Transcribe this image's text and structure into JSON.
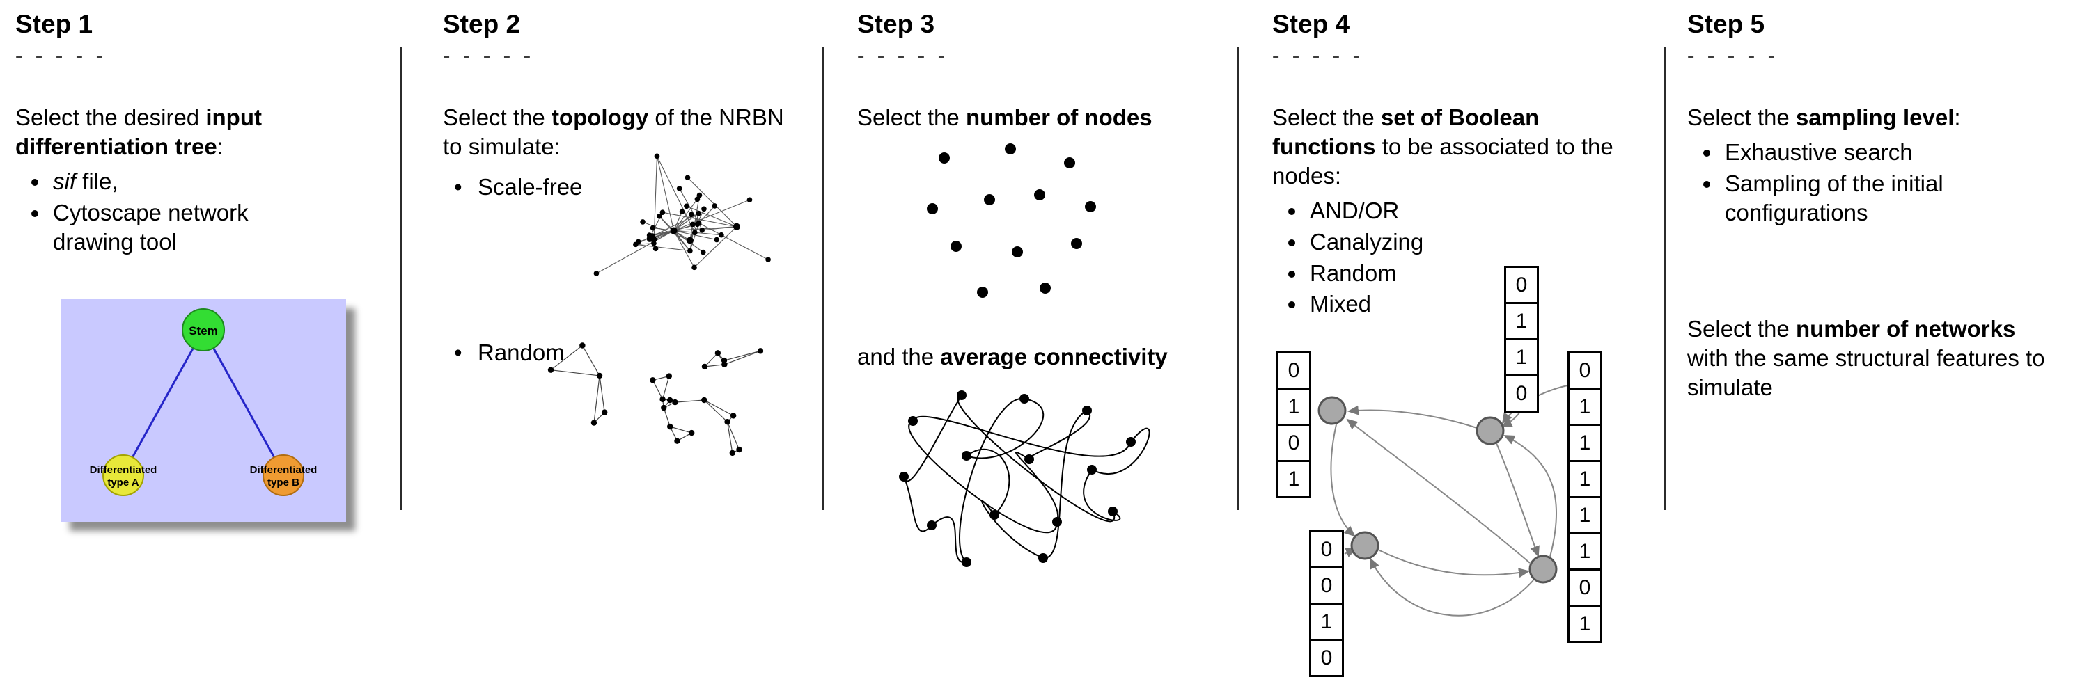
{
  "steps": [
    {
      "title": "Step 1",
      "dashes": "- - - - -",
      "intro": {
        "pre": "Select the desired ",
        "bold": "input differentiation tree",
        "post": ":"
      },
      "bullets": {
        "sif_italic": "sif",
        "sif_rest": " file,",
        "cytoscape": "Cytoscape network drawing tool"
      },
      "tree": {
        "stem": "Stem",
        "a1": "Differentiated",
        "a2": "type A",
        "b1": "Differentiated",
        "b2": "type B"
      }
    },
    {
      "title": "Step 2",
      "dashes": "- - - - -",
      "intro": {
        "pre": "Select the ",
        "bold": "topology",
        "post": " of the NRBN to simulate:"
      },
      "bullets": {
        "b1": "Scale-free",
        "b2": "Random"
      }
    },
    {
      "title": "Step 3",
      "dashes": "- - - - -",
      "line1": {
        "pre": "Select the ",
        "bold": "number of nodes",
        "post": ""
      },
      "line2": {
        "pre": "and the ",
        "bold": "average connectivity",
        "post": ""
      }
    },
    {
      "title": "Step 4",
      "dashes": "- - - - -",
      "intro": {
        "pre": "Select the ",
        "bold": "set of Boolean functions",
        "post": " to be associated to the nodes:"
      },
      "bullets": [
        "AND/OR",
        "Canalyzing",
        "Random",
        "Mixed"
      ],
      "tables": {
        "top": [
          "0",
          "1",
          "1",
          "0"
        ],
        "left": [
          "0",
          "1",
          "0",
          "1"
        ],
        "bottom_left": [
          "0",
          "0",
          "1",
          "0"
        ],
        "right": [
          "0",
          "1",
          "1",
          "1",
          "1",
          "1",
          "0",
          "1"
        ]
      }
    },
    {
      "title": "Step 5",
      "dashes": "- - - - -",
      "intro": {
        "pre": "Select the ",
        "bold": "sampling level",
        "post": ":"
      },
      "bullets": [
        "Exhaustive search",
        "Sampling of the initial configurations"
      ],
      "para2": {
        "pre": "Select the ",
        "bold": "number of networks",
        "post": " with the same structural features to simulate"
      }
    }
  ],
  "colors": {
    "tree_bg": "#c9c9ff",
    "stem_green": "#33dd33",
    "type_a_yellow": "#e8e83a",
    "type_b_orange": "#ef9b32",
    "tree_edge": "#2626c9",
    "node_gray": "#a8a8a8"
  }
}
